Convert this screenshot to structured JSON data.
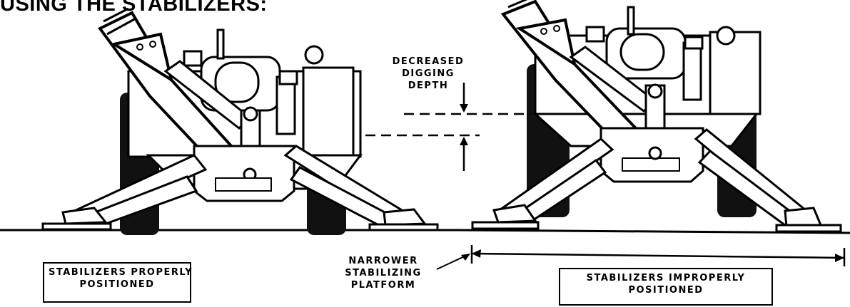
{
  "heading": "USING THE STABILIZERS:",
  "labels": {
    "proper": [
      "STABILIZERS PROPERLY",
      "POSITIONED"
    ],
    "improper": [
      "STABILIZERS IMPROPERLY",
      "POSITIONED"
    ],
    "narrow": [
      "NARROWER",
      "STABILIZING",
      "PLATFORM"
    ],
    "depth": [
      "DECREASED",
      "DIGGING",
      "DEPTH"
    ]
  }
}
